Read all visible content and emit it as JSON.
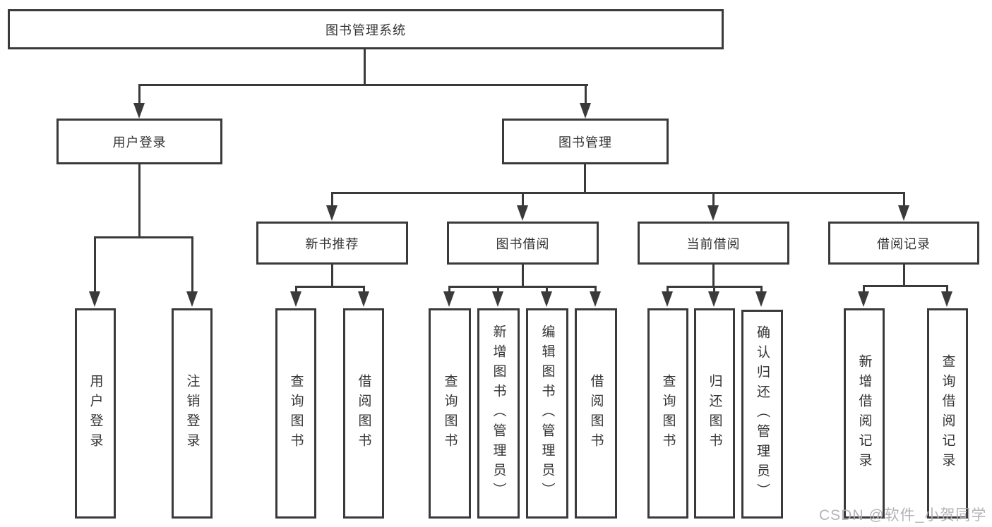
{
  "diagram": {
    "root": {
      "label": "图书管理系统"
    },
    "level2": [
      {
        "id": "user-login",
        "label": "用户登录"
      },
      {
        "id": "book-management",
        "label": "图书管理"
      }
    ],
    "level3": [
      {
        "id": "new-book-recommend",
        "parent": "图书管理",
        "label": "新书推荐"
      },
      {
        "id": "book-borrow",
        "parent": "图书管理",
        "label": "图书借阅"
      },
      {
        "id": "current-borrow",
        "parent": "图书管理",
        "label": "当前借阅"
      },
      {
        "id": "borrow-records",
        "parent": "图书管理",
        "label": "借阅记录"
      }
    ],
    "level4": [
      {
        "parent": "用户登录",
        "label": "用户登录"
      },
      {
        "parent": "用户登录",
        "label": "注销登录"
      },
      {
        "parent": "新书推荐",
        "label": "查询图书"
      },
      {
        "parent": "新书推荐",
        "label": "借阅图书"
      },
      {
        "parent": "图书借阅",
        "label": "查询图书"
      },
      {
        "parent": "图书借阅",
        "label": "新增图书（管理员）"
      },
      {
        "parent": "图书借阅",
        "label": "编辑图书（管理员）"
      },
      {
        "parent": "图书借阅",
        "label": "借阅图书"
      },
      {
        "parent": "当前借阅",
        "label": "查询图书"
      },
      {
        "parent": "当前借阅",
        "label": "归还图书"
      },
      {
        "parent": "当前借阅",
        "label": "确认归还（管理员）"
      },
      {
        "parent": "借阅记录",
        "label": "新增借阅记录"
      },
      {
        "parent": "借阅记录",
        "label": "查询借阅记录"
      }
    ],
    "colors": {
      "line": "#3a3a3a",
      "text": "#333333",
      "box_fill": "#ffffff",
      "watermark": "#b0b0b0"
    },
    "watermark": "CSDN @软件_小贺同学"
  }
}
